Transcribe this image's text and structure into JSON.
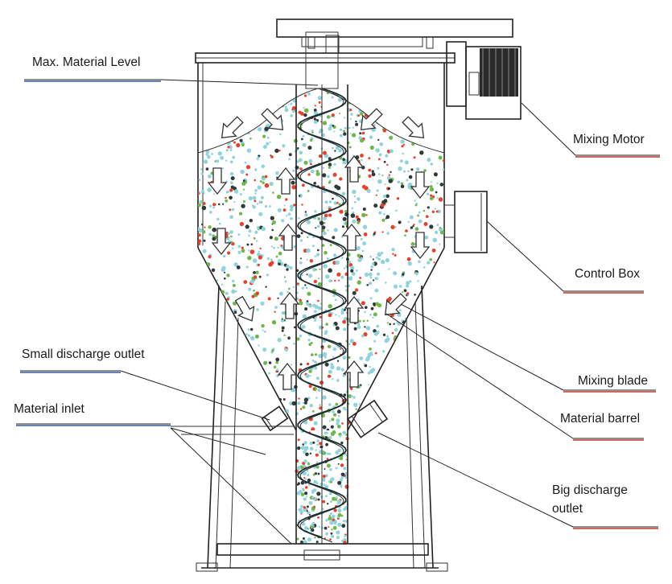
{
  "labels": {
    "max_level": "Max. Material Level",
    "mixing_motor": "Mixing Motor",
    "control_box": "Control Box",
    "small_outlet": "Small discharge outlet",
    "material_inlet": "Material inlet",
    "mixing_blade": "Mixing blade",
    "material_barrel": "Material barrel",
    "big_outlet_line1": "Big discharge",
    "big_outlet_line2": "outlet"
  },
  "colors": {
    "line": "#222222",
    "pellet_red": "#e8402a",
    "pellet_cyan": "#8fd3dc",
    "pellet_green": "#6cb84a",
    "pellet_dark": "#2e3a3a",
    "underline_accent": "#c0392b"
  }
}
